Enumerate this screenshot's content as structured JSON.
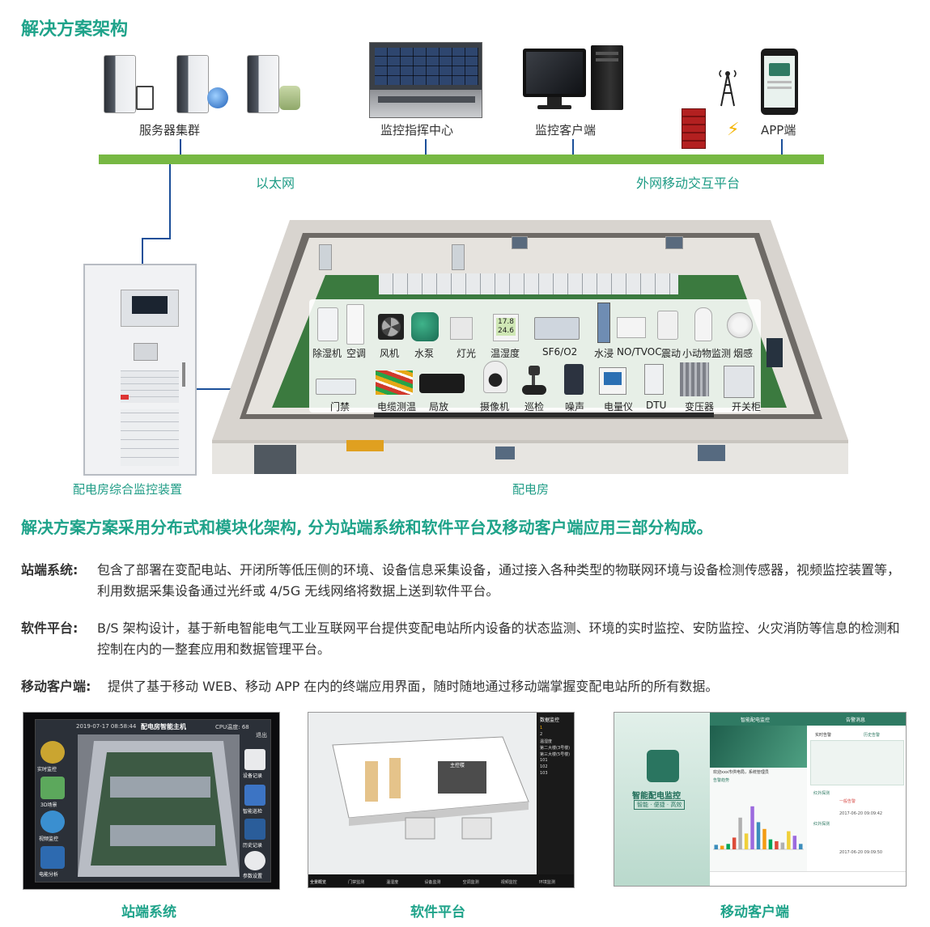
{
  "title": "解决方案架构",
  "top_nodes": {
    "server_cluster": "服务器集群",
    "command_center": "监控指挥中心",
    "client": "监控客户端",
    "app": "APP端"
  },
  "networks": {
    "ethernet": "以太网",
    "external": "外网移动交互平台"
  },
  "cabinet_label": "配电房综合监控装置",
  "room_label": "配电房",
  "devices_row1": [
    "除湿机",
    "空调",
    "风机",
    "水泵",
    "灯光",
    "温湿度",
    "SF6/O2",
    "水浸",
    "NO/TVOC",
    "震动",
    "小动物监测",
    "烟感"
  ],
  "devices_row2": [
    "门禁",
    "电缆测温",
    "局放",
    "摄像机",
    "巡检",
    "噪声",
    "电量仪",
    "DTU",
    "变压器",
    "开关柜"
  ],
  "sensor_display": "17.8 24.6",
  "summary": "解决方案方案采用分布式和模块化架构, 分为站端系统和软件平台及移动客户端应用三部分构成。",
  "sections": [
    {
      "term": "站端系统:",
      "text": "包含了部署在变配电站、开闭所等低压侧的环境、设备信息采集设备，通过接入各种类型的物联网环境与设备检测传感器，视频监控装置等，利用数据采集设备通过光纤或 4/5G 无线网络将数据上送到软件平台。"
    },
    {
      "term": "软件平台:",
      "text": "B/S 架构设计，基于新电智能电气工业互联网平台提供变配电站所内设备的状态监测、环境的实时监控、安防监控、火灾消防等信息的检测和控制在内的一整套应用和数据管理平台。"
    },
    {
      "term": "移动客户端:",
      "text": "提供了基于移动 WEB、移动 APP 在内的终端应用界面，随时随地通过移动端掌握变配电站所的所有数据。"
    }
  ],
  "screens": {
    "station": {
      "caption": "站端系统",
      "datetime": "2019-07-17 08:58:44",
      "title": "配电房智能主机",
      "cpu": "CPU温度: 68",
      "exit": "退出",
      "menu_left": [
        "实时监控",
        "3D场景",
        "视频监控",
        "电能分析"
      ],
      "menu_right": [
        "设备记录",
        "智能巡检",
        "历史记录",
        "参数设置"
      ]
    },
    "software": {
      "caption": "软件平台",
      "panel_title": "数据监控",
      "panel_items": [
        "1",
        "2",
        "温湿度",
        "第二大楼(3号楼)",
        "第三大楼(5号楼)",
        "101",
        "102",
        "103"
      ],
      "tabs": [
        "全景概览",
        "门禁监测",
        "温湿度",
        "设备监测",
        "空调监测",
        "视频监控",
        "环境监测"
      ],
      "room_label": "主控楼"
    },
    "mobile": {
      "caption": "移动客户端",
      "app_name": "智能配电监控",
      "slogan": "智能 · 便捷 · 高效",
      "header": "智能配电监控",
      "header2": "告警消息",
      "tab1": "实时告警",
      "tab2": "历史告警",
      "welcome": "欢迎xxx市供电局，系统管理员",
      "trend": "告警趋势",
      "alarm1_title": "红外探测",
      "alarm1_level": "一般告警",
      "alarm1_time": "2017-06-20 09:09:42",
      "alarm2_title": "红外探测",
      "alarm2_time": "2017-06-20 09:09:50"
    }
  },
  "chart_data": {
    "type": "bar",
    "values": [
      10,
      8,
      12,
      26,
      70,
      35,
      95,
      60,
      45,
      22,
      18,
      15,
      40,
      30,
      12
    ]
  }
}
